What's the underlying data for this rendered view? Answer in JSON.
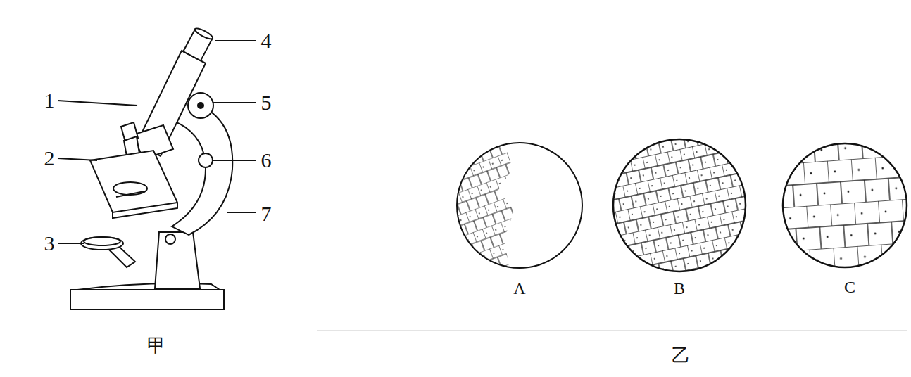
{
  "diagram": {
    "labels": [
      "1",
      "2",
      "3",
      "4",
      "5",
      "6",
      "7",
      "甲",
      "A",
      "B",
      "C",
      "乙"
    ]
  }
}
